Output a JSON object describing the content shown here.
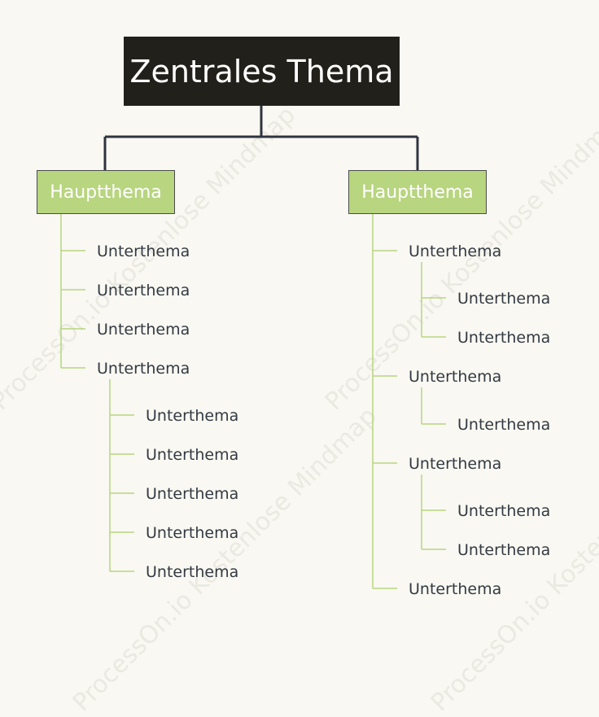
{
  "central": {
    "label": "Zentrales Thema"
  },
  "watermark": "ProcessOn.io Kostenlose Mindmap",
  "branches": [
    {
      "label": "Hauptthema",
      "subtopics": [
        {
          "label": "Unterthema"
        },
        {
          "label": "Unterthema"
        },
        {
          "label": "Unterthema"
        },
        {
          "label": "Unterthema",
          "children": [
            "Unterthema",
            "Unterthema",
            "Unterthema",
            "Unterthema",
            "Unterthema"
          ]
        }
      ]
    },
    {
      "label": "Hauptthema",
      "subtopics": [
        {
          "label": "Unterthema",
          "children": [
            "Unterthema",
            "Unterthema"
          ]
        },
        {
          "label": "Unterthema",
          "children": [
            "Unterthema"
          ]
        },
        {
          "label": "Unterthema",
          "children": [
            "Unterthema",
            "Unterthema"
          ]
        },
        {
          "label": "Unterthema"
        }
      ]
    }
  ],
  "colors": {
    "background": "#f9f8f2",
    "central": "#22201a",
    "main": "#b8d57f",
    "connector": "#2e3440",
    "branch_line": "#b8d57f"
  }
}
